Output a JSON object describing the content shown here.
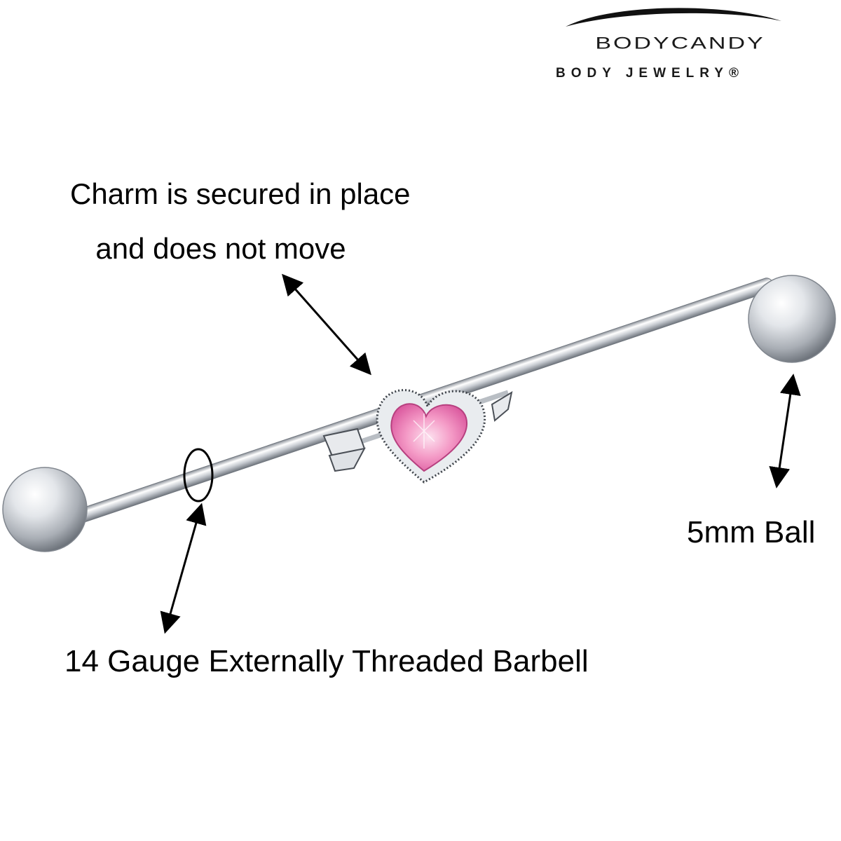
{
  "brand": {
    "name": "BODYCANDY",
    "tagline": "BODY JEWELRY®"
  },
  "annotations": {
    "charm_line1": "Charm is secured in place",
    "charm_line2": "and does not move",
    "ball_size": "5mm Ball",
    "barbell": "14 Gauge Externally Threaded Barbell"
  },
  "colors": {
    "background": "#ffffff",
    "text": "#000000",
    "gem": "#f27fb8",
    "metal": "#c8ccd2"
  }
}
